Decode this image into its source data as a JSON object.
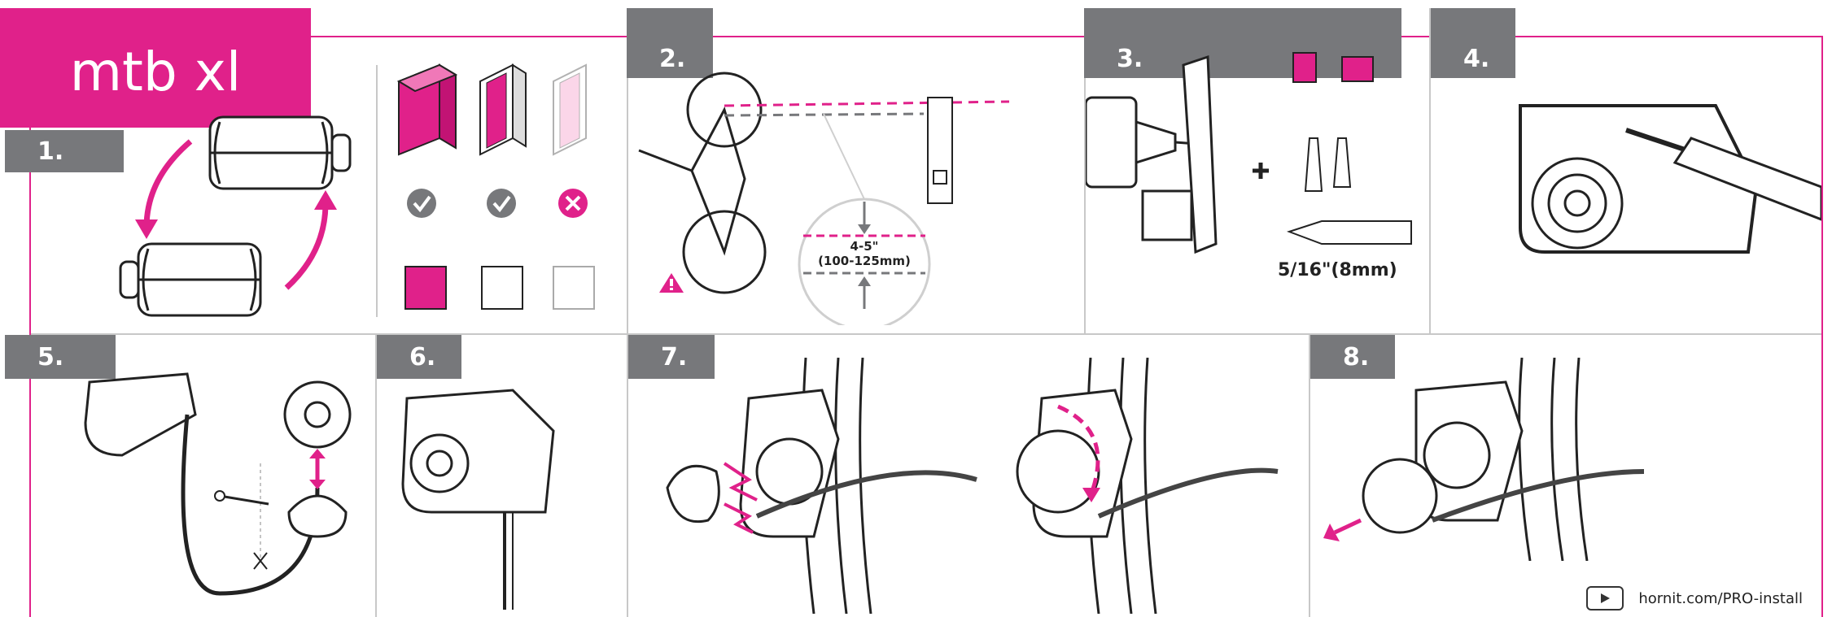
{
  "product": {
    "title": "mtb xl"
  },
  "steps": [
    {
      "label": "1."
    },
    {
      "label": "2."
    },
    {
      "label": "3."
    },
    {
      "label": "4."
    },
    {
      "label": "5."
    },
    {
      "label": "6."
    },
    {
      "label": "7."
    },
    {
      "label": "8."
    }
  ],
  "step2": {
    "spacing_line1": "4-5\"",
    "spacing_line2": "(100-125mm)"
  },
  "step3": {
    "drill_size": "5/16\"(8mm)"
  },
  "footer": {
    "link_text": "hornit.com/PRO-install"
  },
  "colors": {
    "accent": "#e0218a",
    "tab": "#77787b",
    "line": "#333333"
  },
  "icons": {
    "approved": "check-circle-icon",
    "rejected": "x-circle-icon",
    "warning": "warning-triangle-icon",
    "video": "play-icon"
  }
}
